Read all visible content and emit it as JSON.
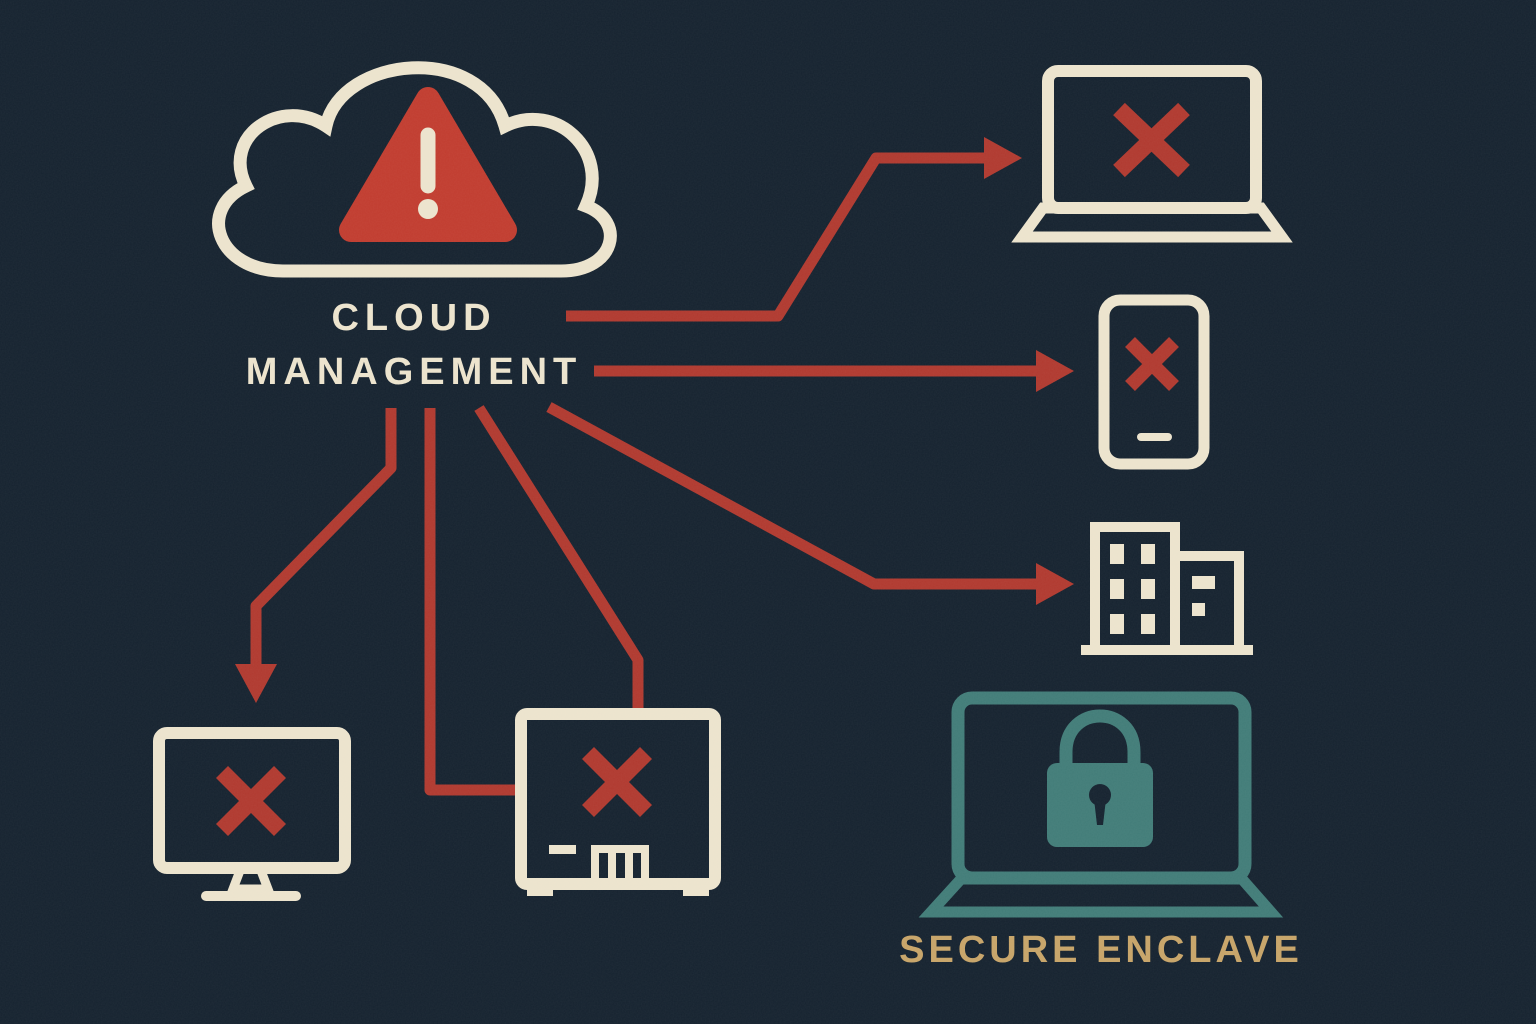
{
  "colors": {
    "background": "#15222f",
    "cream": "#ece3cd",
    "red": "#b0392f",
    "red_bright": "#c13c2f",
    "teal": "#417c78",
    "gold": "#c7a468"
  },
  "labels": {
    "cloud_line1": "CLOUD",
    "cloud_line2": "MANAGEMENT",
    "secure_enclave": "SECURE ENCLAVE"
  },
  "diagram": {
    "center_node": {
      "id": "cloud-management",
      "label": "CLOUD MANAGEMENT",
      "icon": "cloud-icon",
      "badge": "warning-triangle-icon"
    },
    "nodes": [
      {
        "id": "laptop",
        "icon": "laptop-icon",
        "mark": "x-icon",
        "mark_color": "#b0392f"
      },
      {
        "id": "smartphone",
        "icon": "smartphone-icon",
        "mark": "x-icon",
        "mark_color": "#b0392f"
      },
      {
        "id": "buildings",
        "icon": "buildings-icon",
        "mark": null
      },
      {
        "id": "monitor",
        "icon": "monitor-icon",
        "mark": "x-icon",
        "mark_color": "#b0392f"
      },
      {
        "id": "server",
        "icon": "server-icon",
        "mark": "x-icon",
        "mark_color": "#b0392f"
      },
      {
        "id": "secure-laptop",
        "icon": "laptop-icon",
        "mark": "lock-icon",
        "color": "#417c78",
        "label": "SECURE ENCLAVE"
      }
    ],
    "connections": [
      {
        "from": "cloud-management",
        "to": "laptop",
        "arrowhead": true,
        "color": "#b0392f"
      },
      {
        "from": "cloud-management",
        "to": "smartphone",
        "arrowhead": true,
        "color": "#b0392f"
      },
      {
        "from": "cloud-management",
        "to": "buildings",
        "arrowhead": true,
        "color": "#b0392f"
      },
      {
        "from": "cloud-management",
        "to": "monitor",
        "arrowhead": true,
        "color": "#b0392f"
      },
      {
        "from": "cloud-management",
        "to": "server",
        "arrowhead": false,
        "color": "#b0392f"
      },
      {
        "from": "cloud-management",
        "to": "server",
        "arrowhead": false,
        "color": "#b0392f"
      }
    ]
  }
}
